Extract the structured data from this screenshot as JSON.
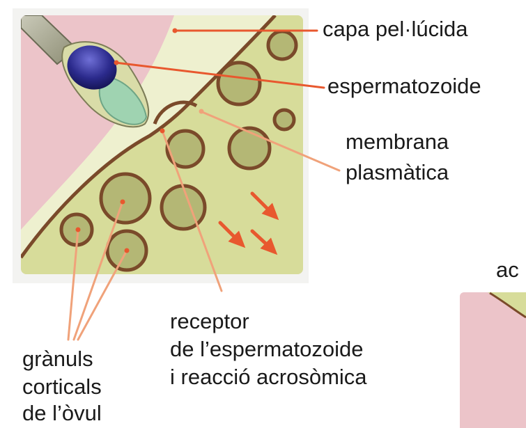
{
  "labels": {
    "zona": "capa pel·lúcida",
    "sperm": "espermatozoide",
    "membrane_line1": "membrana",
    "membrane_line2": "plasmàtica",
    "receptor_line1": "receptor",
    "receptor_line2": "de l’espermatozoide",
    "receptor_line3": "i reacció acrosòmica",
    "granules_line1": "grànuls",
    "granules_line2": "corticals",
    "granules_line3": "de l’òvul",
    "cropped_label": "ac"
  },
  "colors": {
    "zona_pink": "#ecc4c9",
    "cytoplasm": "#d7dc9a",
    "granule_fill": "#b4b775",
    "granule_border": "#7a4a2a",
    "nucleus": "#2b2a8c",
    "acrosome": "#9fd3b1",
    "pointer": "#e8582e",
    "pointer_light": "#f0a27a"
  }
}
